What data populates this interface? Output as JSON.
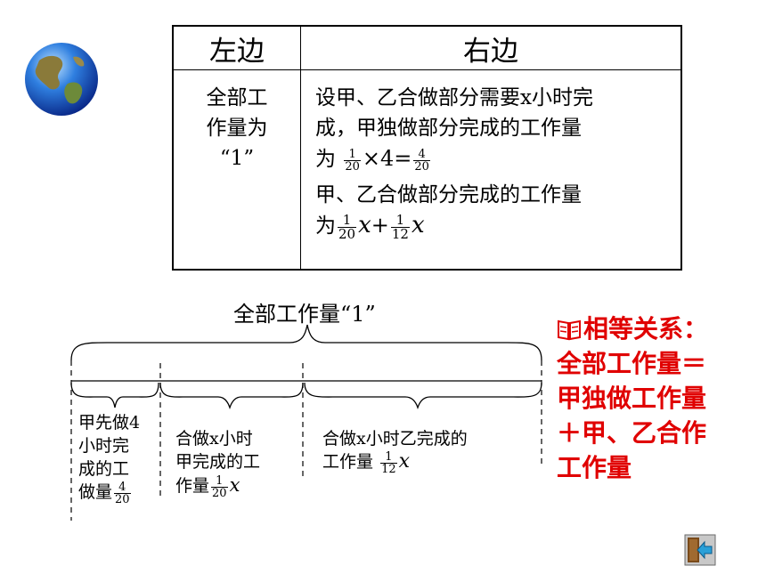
{
  "table": {
    "header_left": "左边",
    "header_right": "右边",
    "left_lines": [
      "全部工",
      "作量为",
      "“1”"
    ],
    "right": {
      "line1": "设甲、乙合做部分需要x小时完",
      "line2": "成，甲独做部分完成的工作量",
      "line3_prefix": "为",
      "frac_a": {
        "num": "1",
        "den": "20"
      },
      "times": "×",
      "four": "4",
      "eq": "=",
      "frac_b": {
        "num": "4",
        "den": "20"
      },
      "line4": "甲、乙合做部分完成的工作量",
      "line5_prefix": "为",
      "frac_c": {
        "num": "1",
        "den": "20"
      },
      "x1": "x",
      "plus": "+",
      "frac_d": {
        "num": "1",
        "den": "12"
      },
      "x2": "x"
    }
  },
  "diagram": {
    "total_label": "全部工作量“1”",
    "seg1": {
      "lines": [
        "甲先做4",
        "小时完",
        "成的工"
      ],
      "last_prefix": "做量",
      "frac": {
        "num": "4",
        "den": "20"
      }
    },
    "seg2": {
      "lines": [
        "合做x小时",
        "甲完成的工"
      ],
      "last_prefix": "作量",
      "frac": {
        "num": "1",
        "den": "20"
      },
      "var": "x"
    },
    "seg3": {
      "line1": "合做x小时乙完成的",
      "last_prefix": "工作量",
      "frac": {
        "num": "1",
        "den": "12"
      },
      "var": "x"
    }
  },
  "relation": {
    "icon": "book-icon",
    "lines": [
      "相等关系：",
      "全部工作量＝",
      "甲独做工作量",
      "＋甲、乙合作",
      "工作量"
    ],
    "color": "#e00000"
  }
}
